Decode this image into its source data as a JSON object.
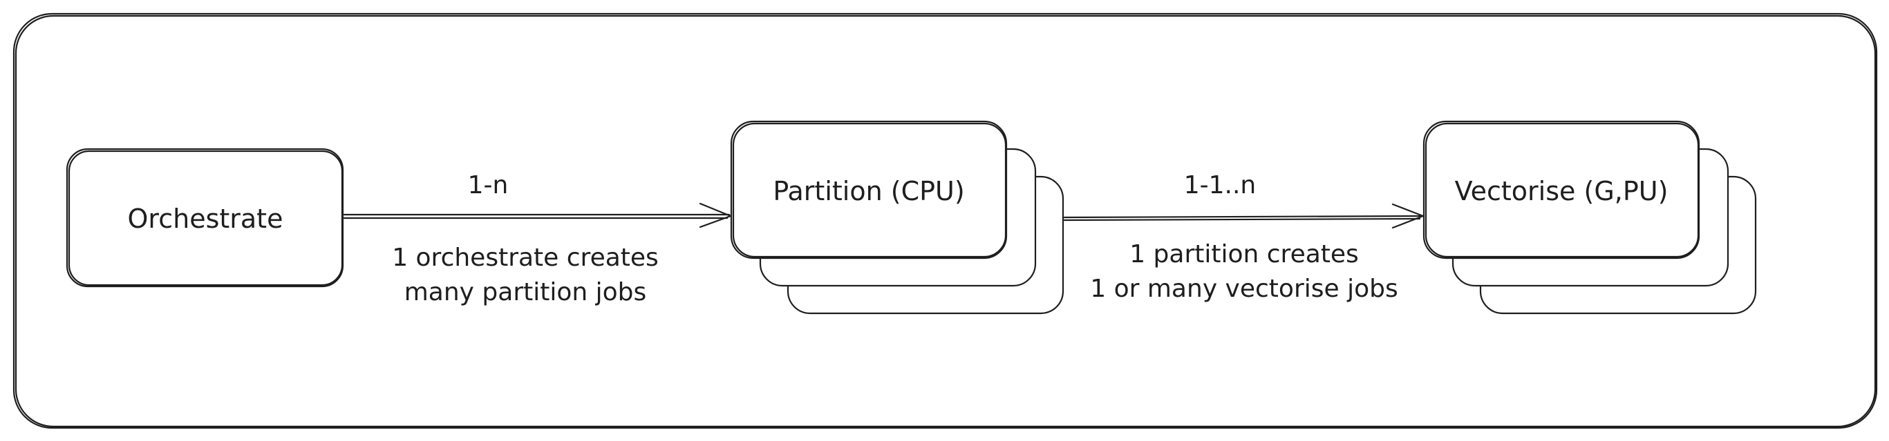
{
  "nodes": {
    "orchestrate": {
      "label": "Orchestrate"
    },
    "partition": {
      "label": "Partition (CPU)"
    },
    "vectorise": {
      "label": "Vectorise (G,PU)"
    }
  },
  "edges": {
    "orchestrate_to_partition": {
      "cardinality": "1-n",
      "description_line1": "1 orchestrate creates",
      "description_line2": "many partition jobs"
    },
    "partition_to_vectorise": {
      "cardinality": "1-1..n",
      "description_line1": "1 partition creates",
      "description_line2": "1 or many vectorise jobs"
    }
  },
  "colors": {
    "stroke": "#1e1e1e",
    "background": "#ffffff"
  }
}
